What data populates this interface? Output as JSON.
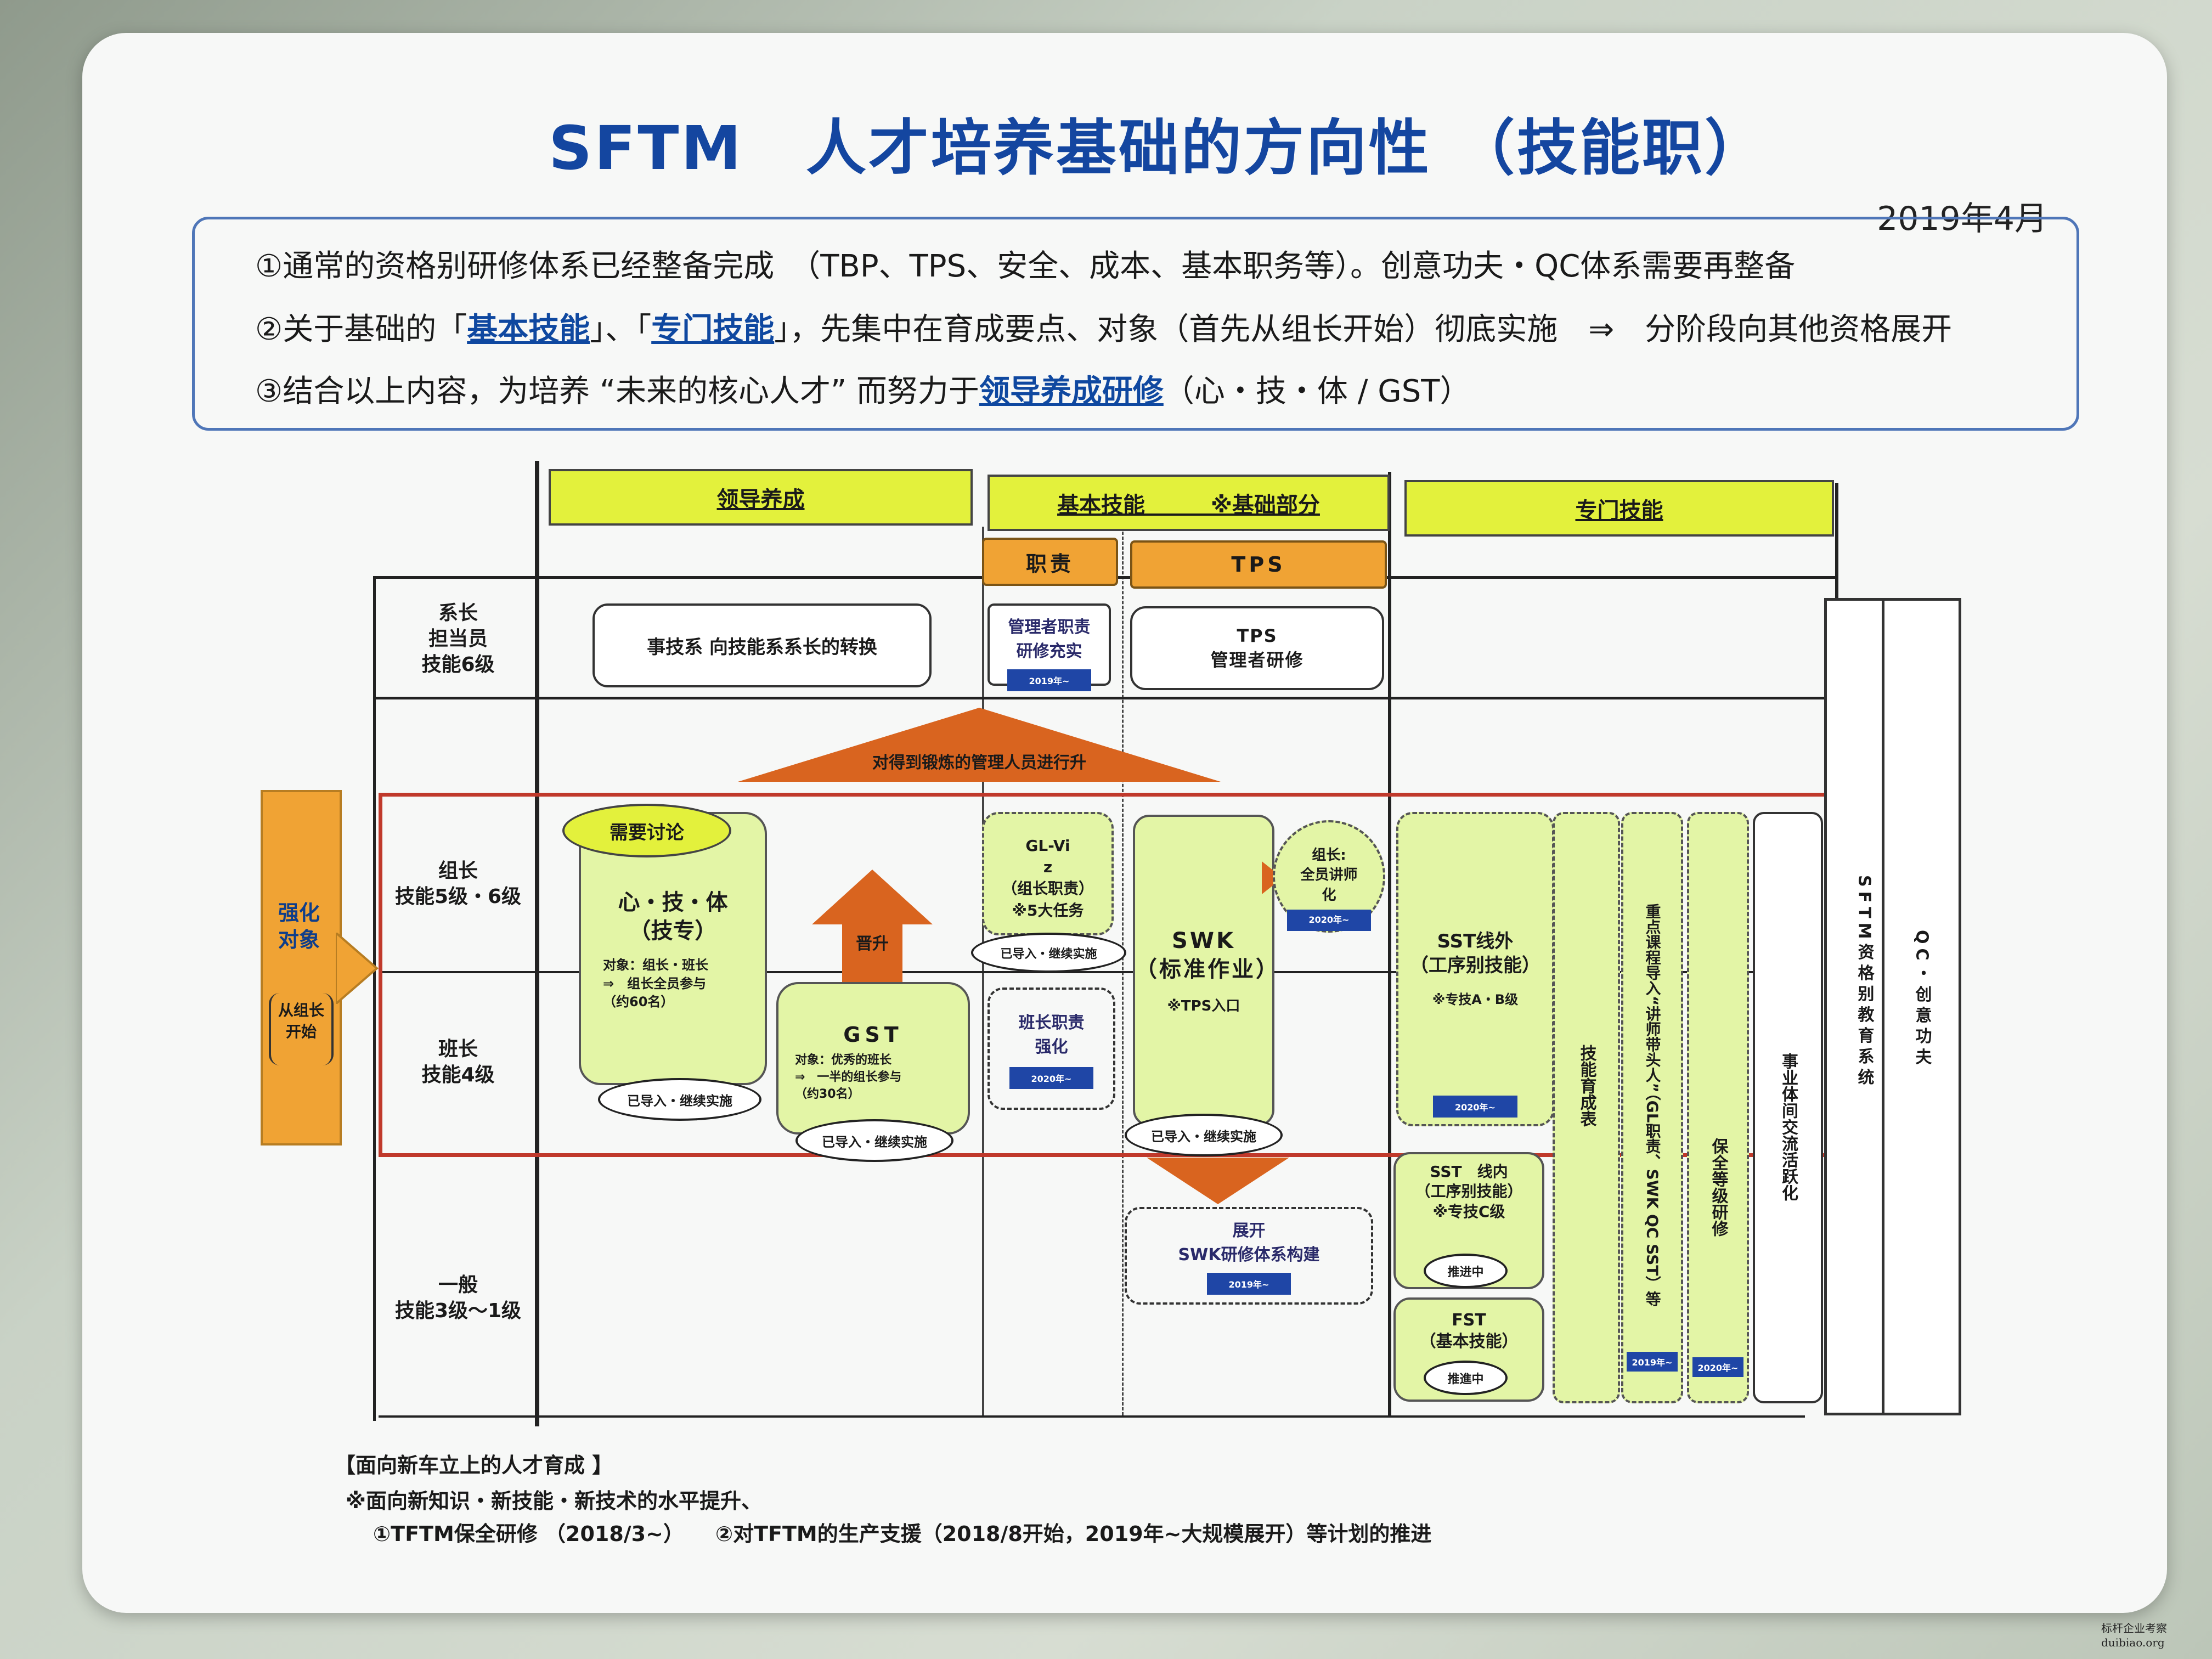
{
  "title": "SFTM　人才培养基础的方向性 （技能职）",
  "date": "2019年4月",
  "summary": {
    "line1": "①通常的资格别研修体系已经整备完成　（TBP、TPS、安全、成本、基本职务等）。创意功夫・QC体系需要再整备",
    "line2_a": "②关于基础的「",
    "line2_b": "基本技能",
    "line2_c": "」、「",
    "line2_d": "专门技能",
    "line2_e": "」，先集中在育成要点、对象（首先从组长开始）彻底实施　⇒　分阶段向其他资格展开",
    "line3_a": "③结合以上内容，为培养 “未来的核心人才” 而努力于",
    "line3_b": "领导养成研修",
    "line3_c": "（心・技・体 / GST）"
  },
  "headers": {
    "leader": "领导养成",
    "basic": "基本技能　　　※基础部分",
    "special": "专门技能",
    "duty": "职责",
    "tps": "TPS"
  },
  "rows": {
    "kacho": "系长\n担当员\n技能6级",
    "kumicho": "组长\n技能5级・6级",
    "hancho": "班长\n技能4级",
    "ippan": "一般\n技能3级～1级"
  },
  "target": {
    "label": "强化\n对象",
    "sub": "从组长\n开始"
  },
  "cells": {
    "conversion": "事技系 向技能系系长的转换",
    "mgr_duty": "管理者职责\n研修充实",
    "mgr_duty_year": "2019年~",
    "tps_mgr": "TPS\n管理者研修",
    "triangle": "对得到锻炼的管理人员进行升",
    "discuss": "需要讨论",
    "shingitai": "心・技・体\n（技专）",
    "shingitai_obj": "对象：组长・班长\n⇒　组长全员参与\n（约60名）",
    "shingitai_oval": "已导入・继续实施",
    "promote": "晋升",
    "gst": "GST",
    "gst_obj": "对象：优秀的班长\n⇒　一半的组长参与\n（约30名）",
    "gst_oval": "已导入・继续实施",
    "glviz": "GL-Vi\nz\n（组长职责）\n※5大任务",
    "glviz_oval": "已导入・继续实施",
    "hancho_duty": "班长职责\n强化",
    "hancho_duty_year": "2020年~",
    "swk": "SWK\n（标准作业）",
    "swk_note": "※TPS入口",
    "swk_oval": "已导入・继续实施",
    "instructor": "组长:\n全员讲师\n化",
    "instructor_year": "2020年~",
    "swk_expand": "展开\nSWK研修体系构建",
    "swk_expand_year": "2019年~",
    "sst_out": "SST线外\n（工序别技能）",
    "sst_out_note": "※专技A・B级",
    "sst_out_year": "2020年~",
    "sst_in": "SST　线内\n（工序别技能）\n※专技C级",
    "sst_in_oval": "推进中",
    "fst": "FST\n（基本技能）",
    "fst_oval": "推進中",
    "col_skill_table": "技能育成表",
    "col_key_course": "重点课程导入“讲师带头人”（GL职责、SWK QC SST）等",
    "col_key_course_year": "2019年~",
    "col_maint": "保全等级研修",
    "col_maint_year": "2020年~",
    "col_exchange": "事业体间交流活跃化",
    "col_sftm": "SFTM资格别教育系统",
    "col_qc": "QC・创意功夫"
  },
  "footer": {
    "line1": "【面向新车立上的人才育成 】",
    "line2": "※面向新知识・新技能・新技术的水平提升、",
    "line3": "①TFTM保全研修 （2018/3~）　　②对TFTM的生产支援（2018/8开始，2019年~大规模展开）等计划的推进"
  },
  "watermark": "标杆企业考察\nduibiao.org"
}
